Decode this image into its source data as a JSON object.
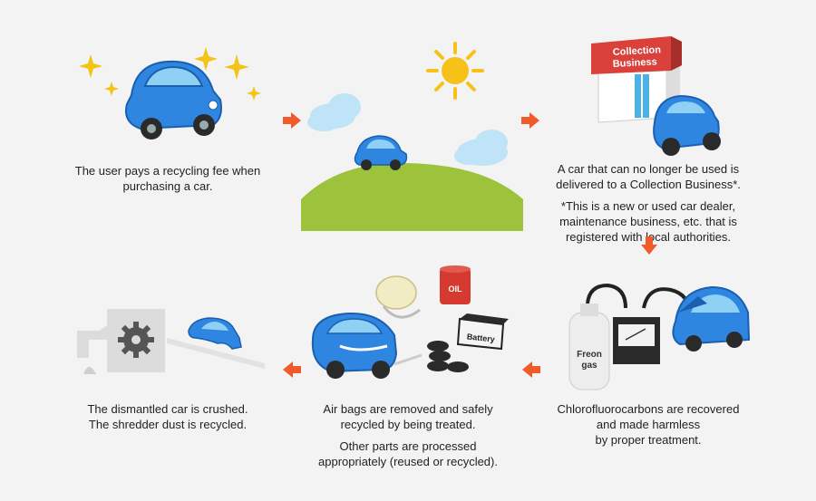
{
  "steps": [
    {
      "id": "step1",
      "caption_lines": [
        "The user pays a recycling fee when",
        "purchasing a car."
      ]
    },
    {
      "id": "step3",
      "caption_lines": [
        "A car that can no longer be used is",
        "delivered to a Collection Business*."
      ],
      "note_lines": [
        "*This is a new or used car dealer,",
        "maintenance business, etc. that is",
        "registered with local authorities."
      ],
      "sign": [
        "Collection",
        "Business"
      ]
    },
    {
      "id": "step4",
      "caption_lines": [
        "Chlorofluorocarbons are recovered",
        "and made harmless",
        "by proper treatment."
      ],
      "tank_label": [
        "Freon",
        "gas"
      ]
    },
    {
      "id": "step5",
      "caption_lines": [
        "Air bags are removed and safely",
        "recycled by being treated."
      ],
      "note_lines": [
        "Other parts are processed",
        "appropriately (reused or recycled)."
      ],
      "oil_label": "OIL",
      "battery_label": "Battery"
    },
    {
      "id": "step6",
      "caption_lines": [
        "The dismantled car is crushed.",
        "The shredder dust is recycled."
      ]
    }
  ],
  "colors": {
    "car": "#2f86e0",
    "car_dark": "#1a5fb0",
    "arrow": "#f15a2b",
    "hill": "#9cc33b",
    "sun": "#f6c21a",
    "cloud": "#bfe4f7",
    "sign": "#d9413a"
  }
}
